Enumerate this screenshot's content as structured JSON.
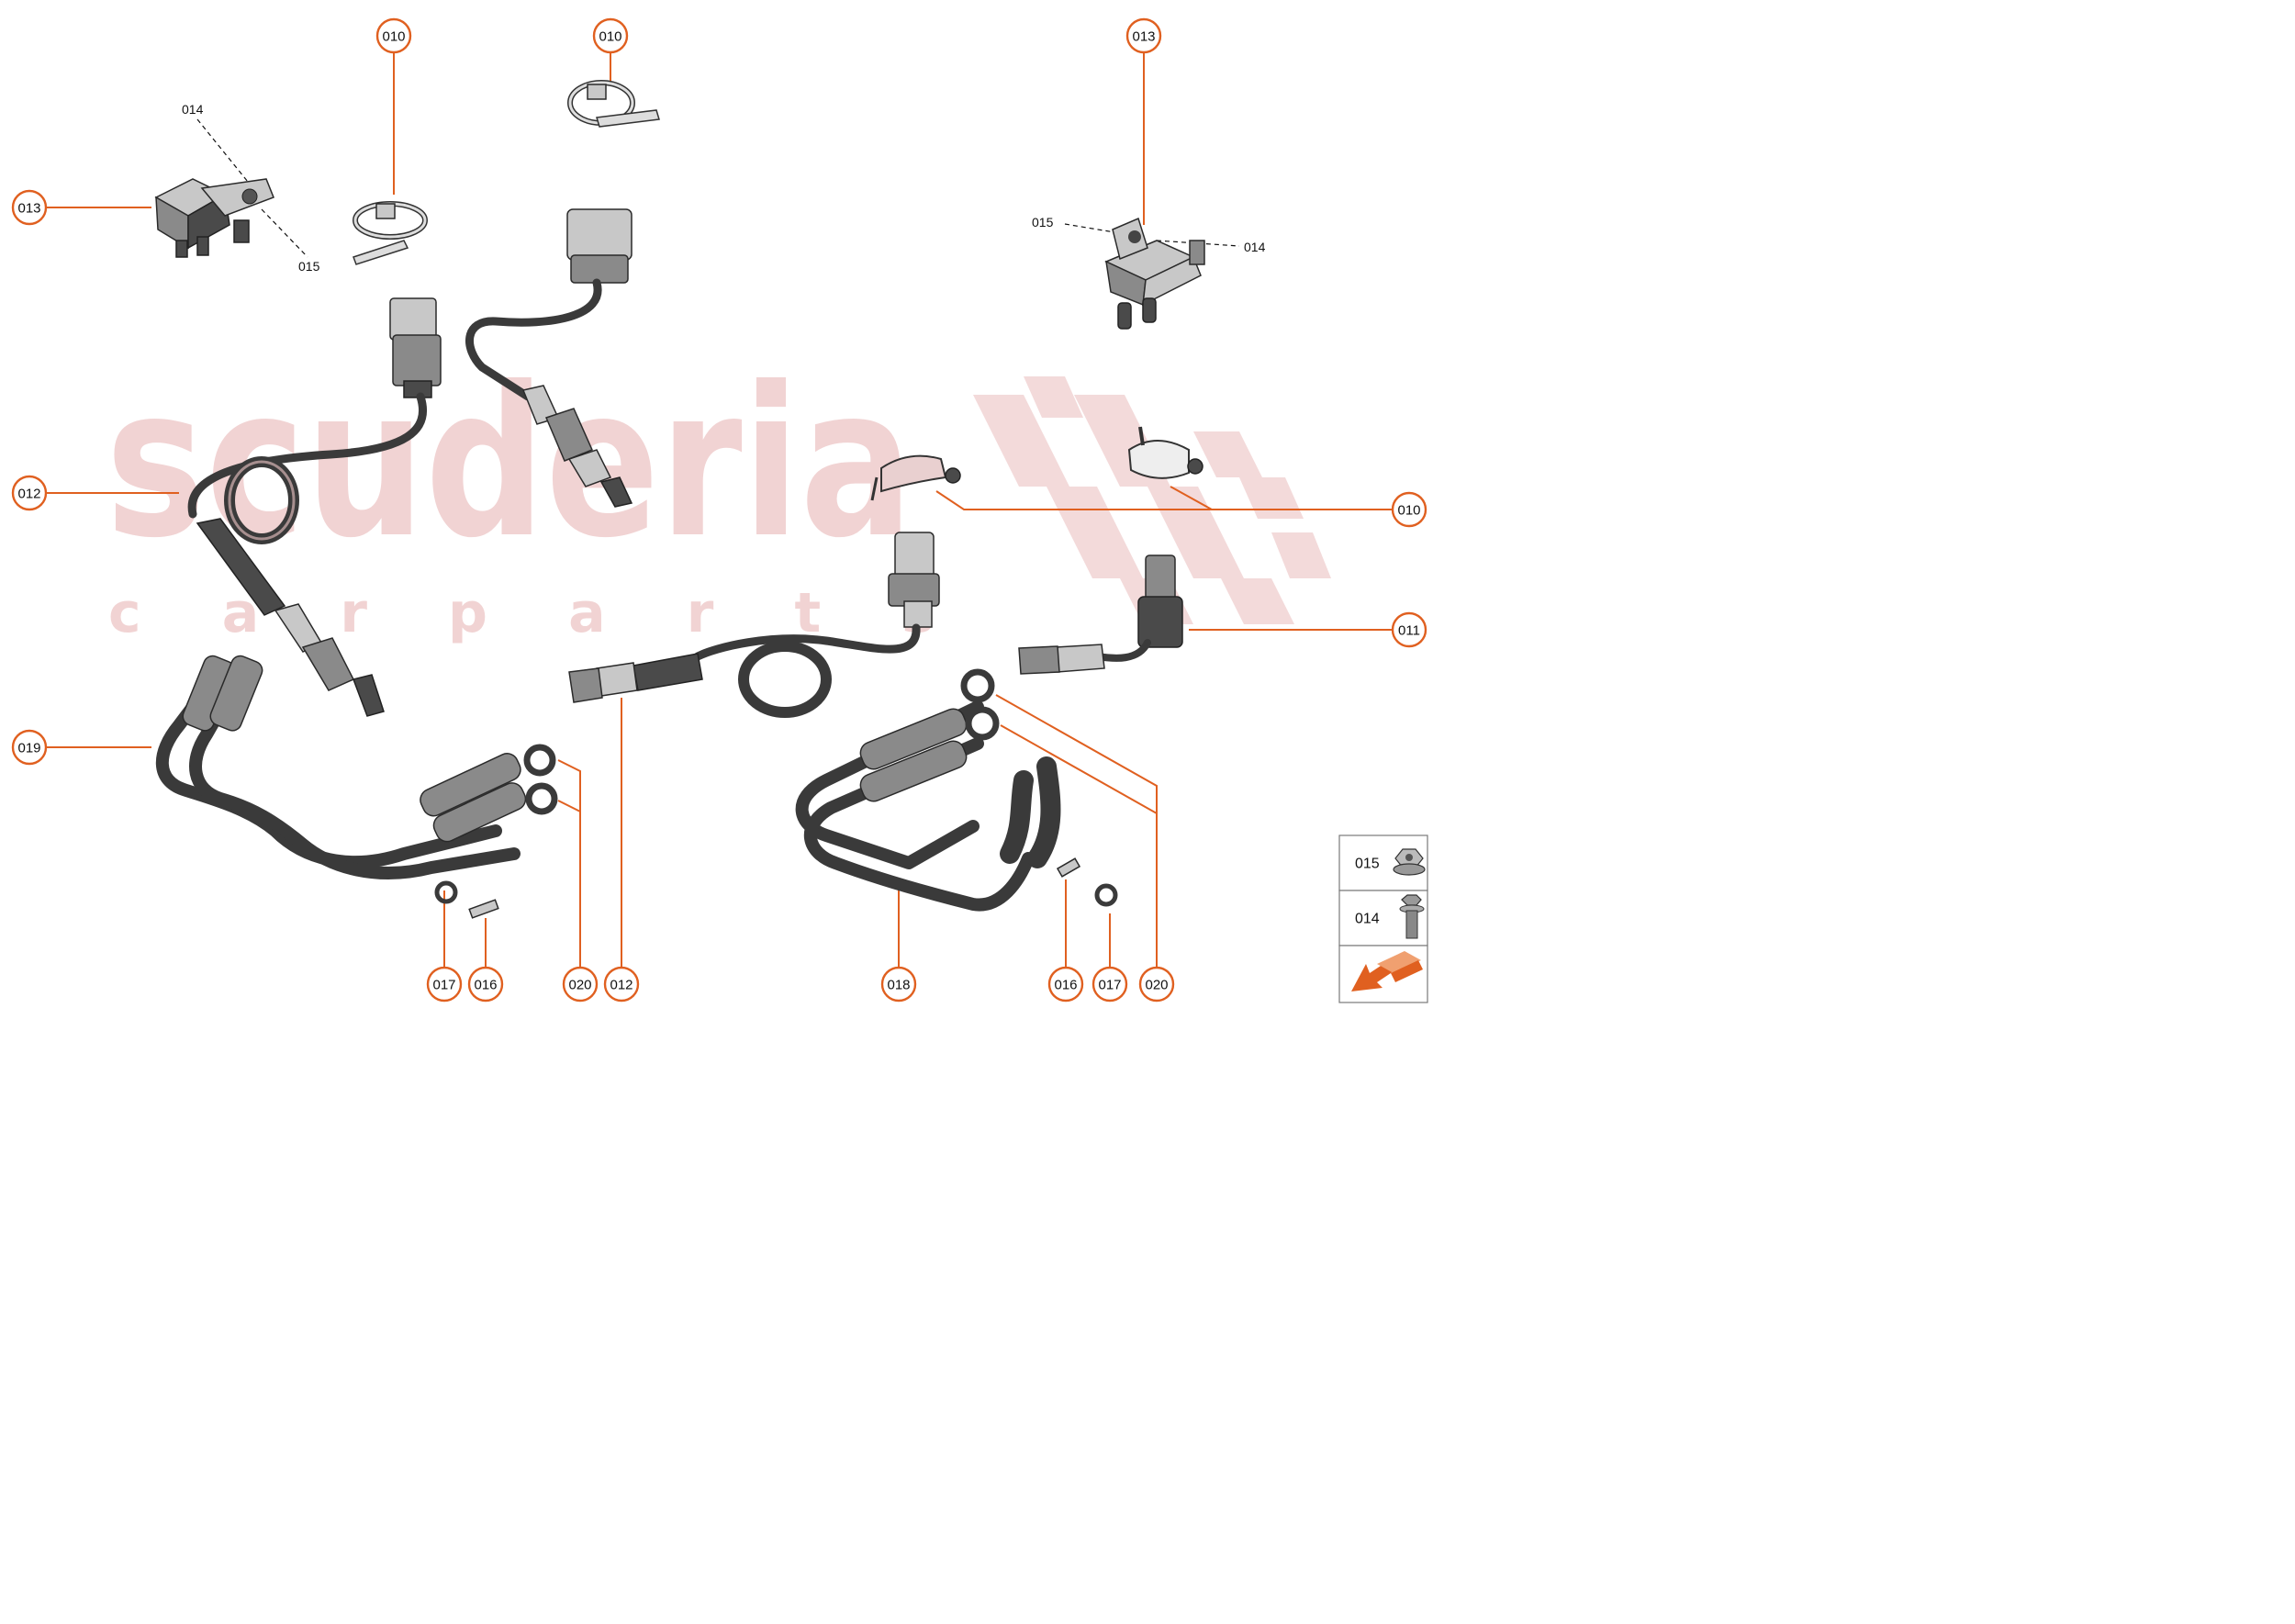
{
  "watermark": {
    "brand": "scuderia",
    "sub": "c a r   p a r t s"
  },
  "callouts": [
    {
      "id": "c-010-a",
      "label": "010"
    },
    {
      "id": "c-010-b",
      "label": "010"
    },
    {
      "id": "c-013-a",
      "label": "013"
    },
    {
      "id": "c-013-b",
      "label": "013"
    },
    {
      "id": "c-012-a",
      "label": "012"
    },
    {
      "id": "c-010-c",
      "label": "010"
    },
    {
      "id": "c-011",
      "label": "011"
    },
    {
      "id": "c-019",
      "label": "019"
    },
    {
      "id": "c-017-a",
      "label": "017"
    },
    {
      "id": "c-016-a",
      "label": "016"
    },
    {
      "id": "c-020-a",
      "label": "020"
    },
    {
      "id": "c-012-b",
      "label": "012"
    },
    {
      "id": "c-018",
      "label": "018"
    },
    {
      "id": "c-016-b",
      "label": "016"
    },
    {
      "id": "c-017-b",
      "label": "017"
    },
    {
      "id": "c-020-b",
      "label": "020"
    }
  ],
  "small_labels": {
    "left_014": "014",
    "left_015": "015",
    "right_015": "015",
    "right_014": "014"
  },
  "legend": {
    "rows": [
      {
        "label": "015",
        "icon": "flange-nut-icon"
      },
      {
        "label": "014",
        "icon": "flange-bolt-icon"
      }
    ],
    "nav_icon": "arrow-navigation-icon"
  },
  "colors": {
    "callout": "#e06020",
    "watermark": "#f1d3d3",
    "nav_arrow": "#e06020"
  }
}
